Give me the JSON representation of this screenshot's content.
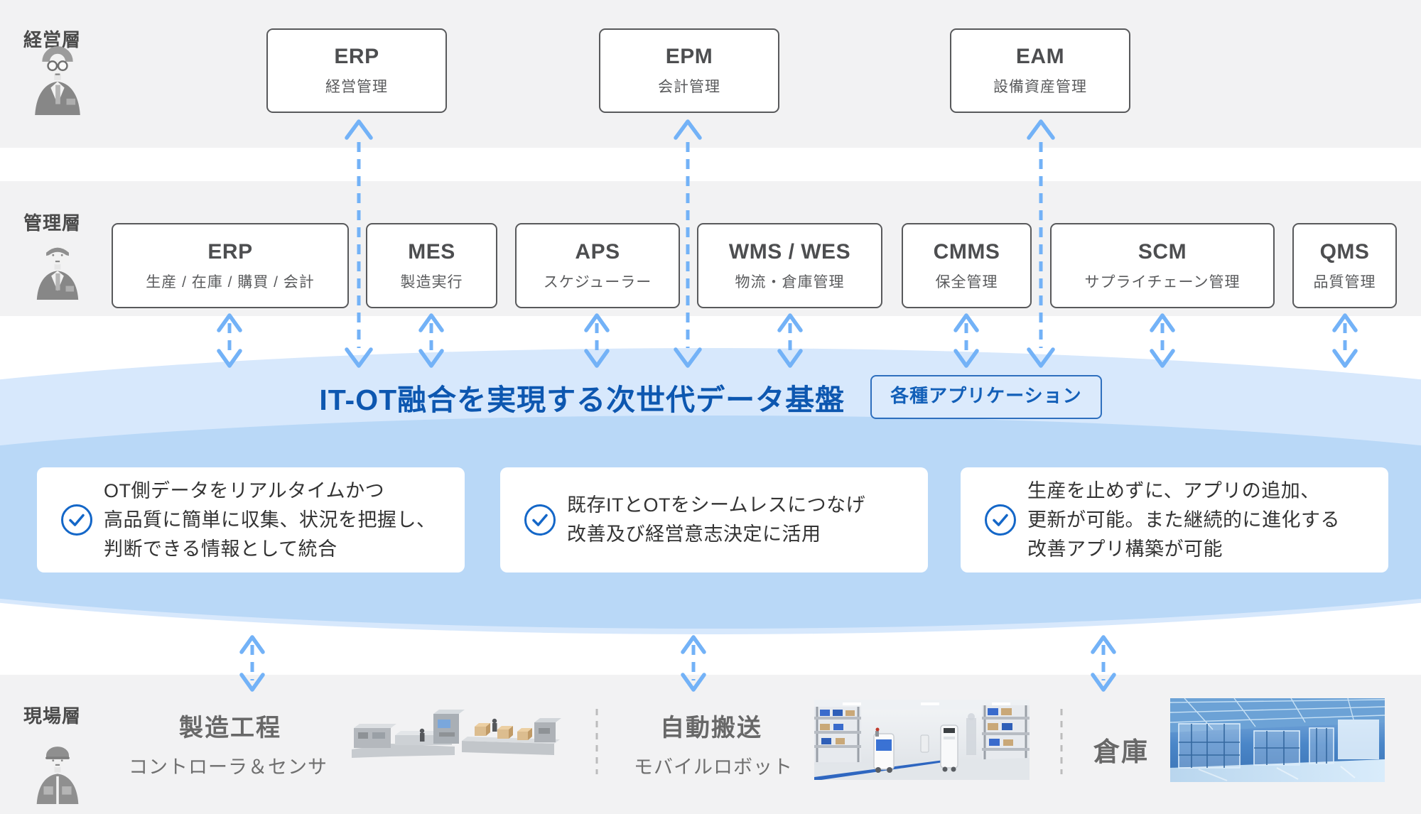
{
  "colors": {
    "accent_blue": "#1467c8",
    "title_blue": "#0d57b0",
    "arrow_blue": "#73b2f7",
    "platform_light": "#d7e8fc",
    "platform_mid": "#b9d8f7",
    "band_gray": "#f2f2f3",
    "box_border": "#58595b"
  },
  "layers": {
    "executive": "経営層",
    "management": "管理層",
    "field": "現場層"
  },
  "executive_apps": [
    {
      "title": "ERP",
      "subtitle": "経営管理"
    },
    {
      "title": "EPM",
      "subtitle": "会計管理"
    },
    {
      "title": "EAM",
      "subtitle": "設備資産管理"
    }
  ],
  "management_apps": [
    {
      "title": "ERP",
      "subtitle": "生産 / 在庫 / 購買 / 会計"
    },
    {
      "title": "MES",
      "subtitle": "製造実行"
    },
    {
      "title": "APS",
      "subtitle": "スケジューラー"
    },
    {
      "title": "WMS / WES",
      "subtitle": "物流・倉庫管理"
    },
    {
      "title": "CMMS",
      "subtitle": "保全管理"
    },
    {
      "title": "SCM",
      "subtitle": "サプライチェーン管理"
    },
    {
      "title": "QMS",
      "subtitle": "品質管理"
    }
  ],
  "platform": {
    "title": "IT-OT融合を実現する次世代データ基盤",
    "badge": "各種アプリケーション",
    "features": [
      {
        "line1": "OT側データをリアルタイムかつ",
        "line2": "高品質に簡単に収集、状況を把握し、",
        "line3": "判断できる情報として統合"
      },
      {
        "line1": "既存ITとOTをシームレスにつなげ",
        "line2": "改善及び経営意志決定に活用",
        "line3": ""
      },
      {
        "line1": "生産を止めずに、アプリの追加、",
        "line2": "更新が可能。また継続的に進化する",
        "line3": "改善アプリ構築が可能"
      }
    ]
  },
  "field_items": [
    {
      "title": "製造工程",
      "subtitle": "コントローラ＆センサ"
    },
    {
      "title": "自動搬送",
      "subtitle": "モバイルロボット"
    },
    {
      "title": "倉庫",
      "subtitle": ""
    }
  ]
}
